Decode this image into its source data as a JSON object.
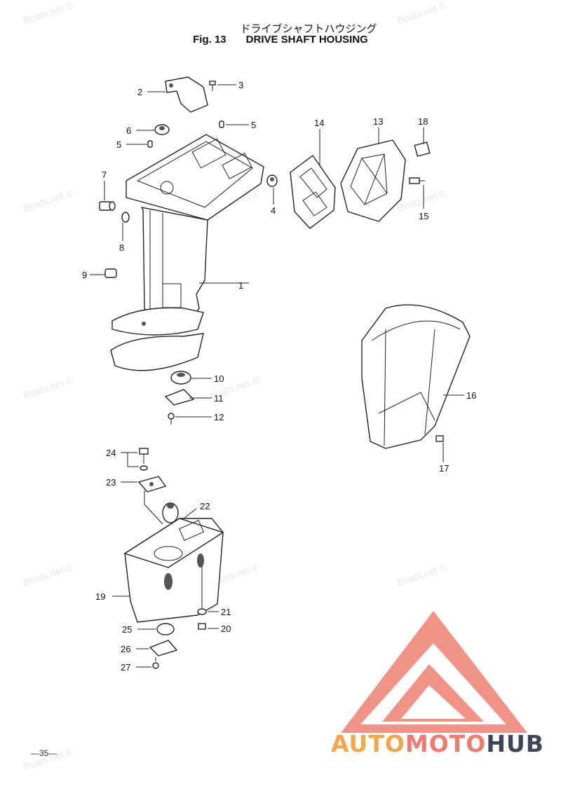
{
  "title": {
    "japanese": "ドライブシャフトハウジング",
    "figure": "Fig. 13",
    "english": "DRIVE SHAFT HOUSING"
  },
  "page_number": "—35—",
  "watermark": "Boats.net ©",
  "logo": {
    "part1": "AUTO",
    "part2": "MOTO",
    "part3": "HUB"
  },
  "callouts": [
    "1",
    "2",
    "3",
    "4",
    "5",
    "5",
    "6",
    "7",
    "8",
    "9",
    "10",
    "11",
    "12",
    "13",
    "14",
    "15",
    "16",
    "17",
    "18",
    "19",
    "20",
    "21",
    "22",
    "23",
    "24",
    "25",
    "26",
    "27"
  ],
  "colors": {
    "logo_red": "#ef7b6d",
    "logo_orange": "#f3a64a",
    "logo_dark": "#3d4654"
  }
}
